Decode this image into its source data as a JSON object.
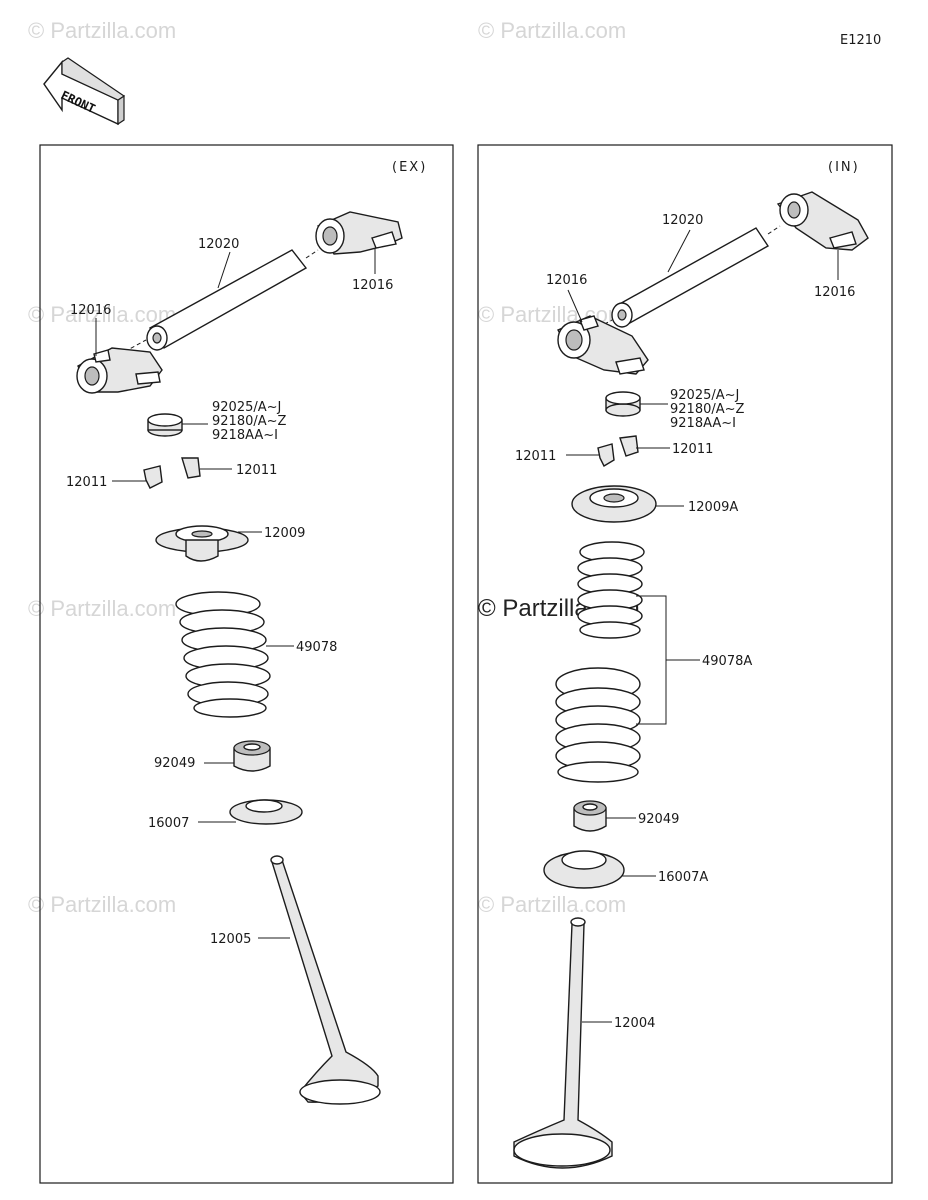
{
  "diagram_code": "E1210",
  "front_label": "FRONT",
  "watermark": "© Partzilla.com",
  "exhaust_panel": {
    "header": "(EX)",
    "labels": {
      "shaft": "12020",
      "arm_right": "12016",
      "arm_left": "12016",
      "shim_1": "92025/A~J",
      "shim_2": "92180/A~Z",
      "shim_3": "9218AA~I",
      "cotter_left": "12011",
      "cotter_right": "12011",
      "retainer": "12009",
      "spring": "49078",
      "seal": "92049",
      "seat": "16007",
      "valve": "12005"
    }
  },
  "intake_panel": {
    "header": "(IN)",
    "labels": {
      "shaft": "12020",
      "arm_left": "12016",
      "arm_right": "12016",
      "shim_1": "92025/A~J",
      "shim_2": "92180/A~Z",
      "shim_3": "9218AA~I",
      "cotter_left": "12011",
      "cotter_right": "12011",
      "retainer": "12009A",
      "spring": "49078A",
      "seal": "92049",
      "seat": "16007A",
      "valve": "12004"
    }
  }
}
